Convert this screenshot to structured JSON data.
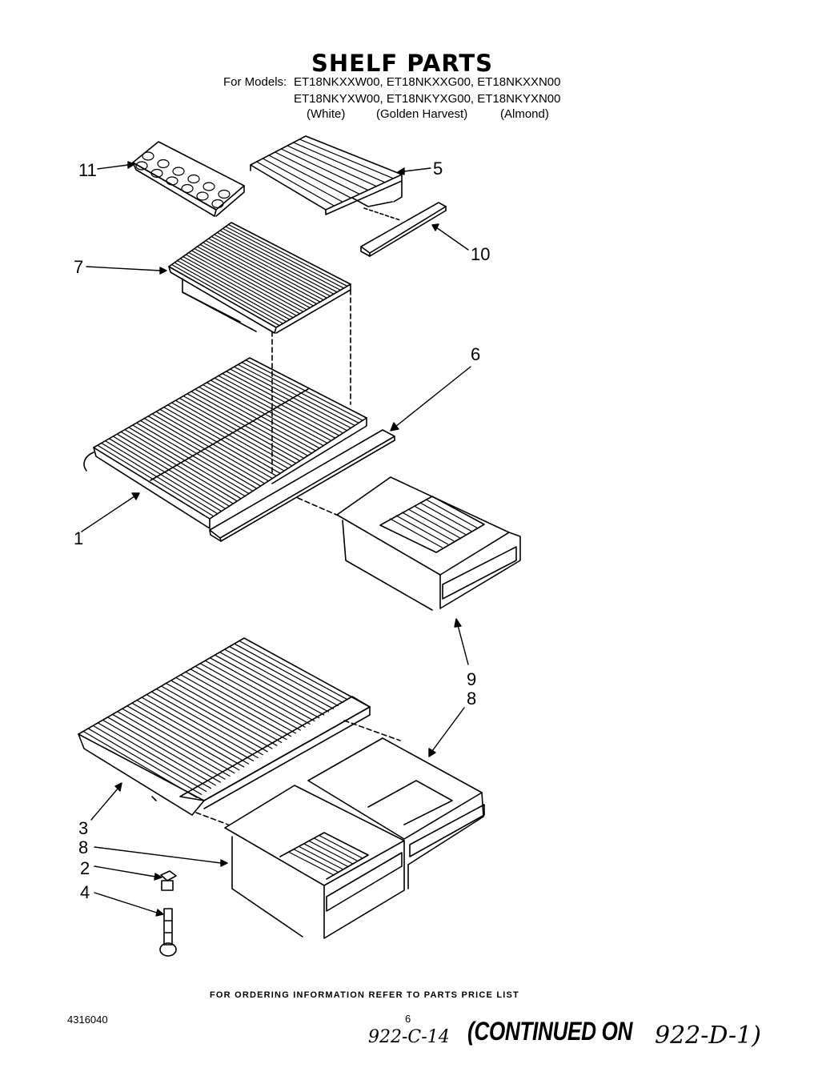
{
  "header": {
    "title": "SHELF PARTS",
    "models_prefix": "For Models:",
    "models_line1": "ET18NKXXW00, ET18NKXXG00, ET18NKXXN00",
    "models_line2": "ET18NKYXW00, ET18NKYXG00, ET18NKYXN00",
    "colors": [
      "(White)",
      "(Golden Harvest)",
      "(Almond)"
    ]
  },
  "callouts": {
    "c11": "11",
    "c5": "5",
    "c10": "10",
    "c7": "7",
    "c6": "6",
    "c1": "1",
    "c9": "9",
    "c8a": "8",
    "c3": "3",
    "c8b": "8",
    "c2": "2",
    "c4": "4"
  },
  "footer": {
    "ordering": "FOR ORDERING INFORMATION REFER TO PARTS PRICE LIST",
    "doc_number": "4316040",
    "page_number": "6",
    "handwritten_ref": "922-C-14",
    "continued_text": "(CONTINUED ON",
    "continued_ref": "922-D-1)"
  }
}
